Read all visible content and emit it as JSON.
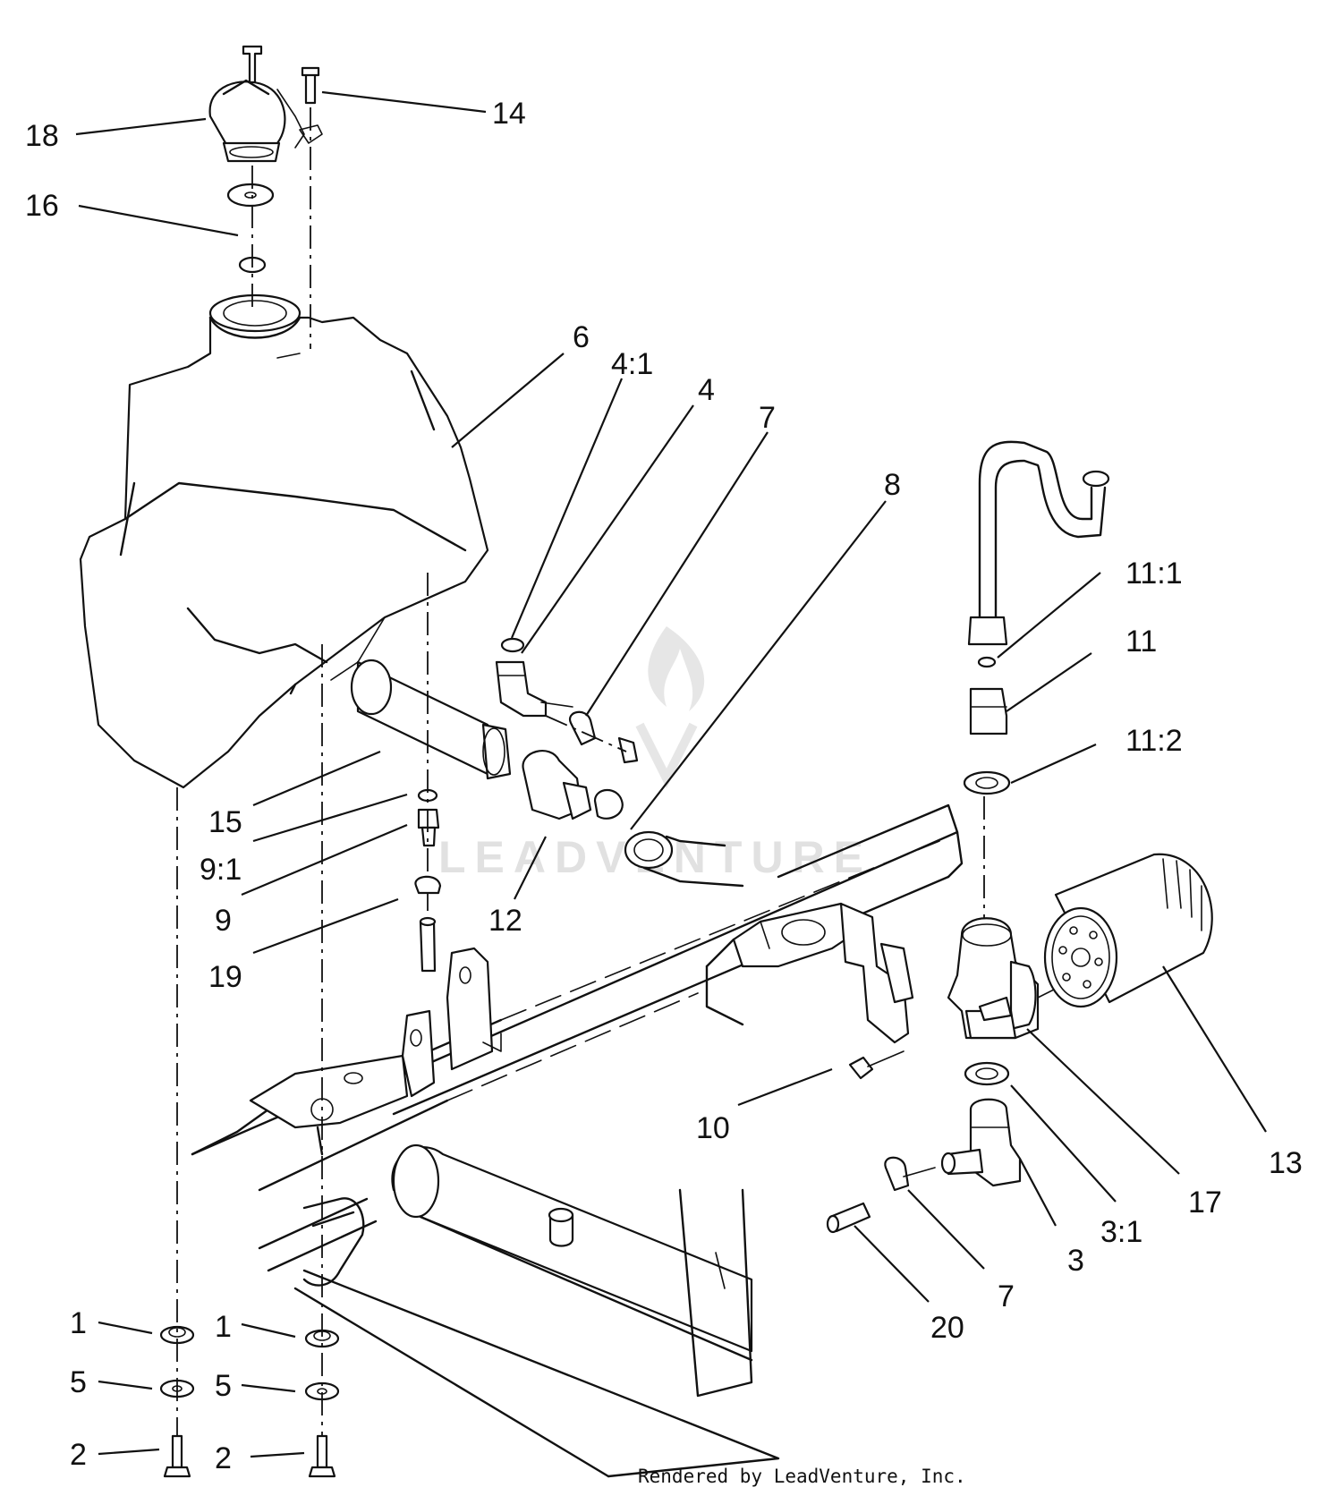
{
  "callouts": [
    {
      "id": "c18",
      "label": "18"
    },
    {
      "id": "c14",
      "label": "14"
    },
    {
      "id": "c16",
      "label": "16"
    },
    {
      "id": "c6",
      "label": "6"
    },
    {
      "id": "c4_1",
      "label": "4:1"
    },
    {
      "id": "c4",
      "label": "4"
    },
    {
      "id": "c7a",
      "label": "7"
    },
    {
      "id": "c8",
      "label": "8"
    },
    {
      "id": "c11_1",
      "label": "11:1"
    },
    {
      "id": "c11",
      "label": "11"
    },
    {
      "id": "c11_2",
      "label": "11:2"
    },
    {
      "id": "c15",
      "label": "15"
    },
    {
      "id": "c9_1",
      "label": "9:1"
    },
    {
      "id": "c9",
      "label": "9"
    },
    {
      "id": "c12",
      "label": "12"
    },
    {
      "id": "c19",
      "label": "19"
    },
    {
      "id": "c13",
      "label": "13"
    },
    {
      "id": "c10",
      "label": "10"
    },
    {
      "id": "c17",
      "label": "17"
    },
    {
      "id": "c3_1",
      "label": "3:1"
    },
    {
      "id": "c3",
      "label": "3"
    },
    {
      "id": "c7b",
      "label": "7"
    },
    {
      "id": "c20",
      "label": "20"
    },
    {
      "id": "c1a",
      "label": "1"
    },
    {
      "id": "c1b",
      "label": "1"
    },
    {
      "id": "c5a",
      "label": "5"
    },
    {
      "id": "c5b",
      "label": "5"
    },
    {
      "id": "c2a",
      "label": "2"
    },
    {
      "id": "c2b",
      "label": "2"
    }
  ],
  "footer": {
    "credit": "Rendered by LeadVenture, Inc."
  },
  "watermark": {
    "text": "LEADVENTURE"
  }
}
